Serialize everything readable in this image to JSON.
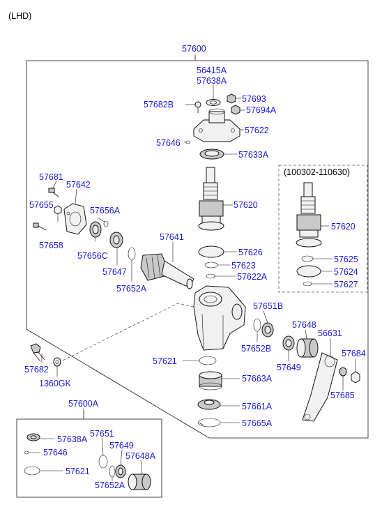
{
  "header": {
    "variant": "(LHD)"
  },
  "assembly": {
    "number": "57600"
  },
  "variant_box": {
    "label": "(100302-110630)"
  },
  "kit": {
    "number": "57600A"
  },
  "labels": {
    "p56415A": "56415A",
    "p57638A": "57638A",
    "p57693": "57693",
    "p57682B": "57682B",
    "p57694A": "57694A",
    "p57622": "57622",
    "p57646": "57646",
    "p57633A": "57633A",
    "p57681": "57681",
    "p57642": "57642",
    "p57655": "57655",
    "p57656A": "57656A",
    "p57658": "57658",
    "p57656C": "57656C",
    "p57620": "57620",
    "p57641": "57641",
    "p57626": "57626",
    "p57647": "57647",
    "p57623": "57623",
    "p57622A": "57622A",
    "p57652A": "57652A",
    "p57651B": "57651B",
    "p57652B": "57652B",
    "p57648": "57648",
    "p56631": "56631",
    "p57682": "57682",
    "p57684": "57684",
    "p57649": "57649",
    "p57621": "57621",
    "p1360GK": "1360GK",
    "p57663A": "57663A",
    "p57685": "57685",
    "p57661A": "57661A",
    "p57665A": "57665A",
    "v57620": "57620",
    "v57625": "57625",
    "v57624": "57624",
    "v57627": "57627",
    "k57638A": "57638A",
    "k57651": "57651",
    "k57649": "57649",
    "k57646": "57646",
    "k57648A": "57648A",
    "k57621": "57621",
    "k57652A": "57652A"
  }
}
